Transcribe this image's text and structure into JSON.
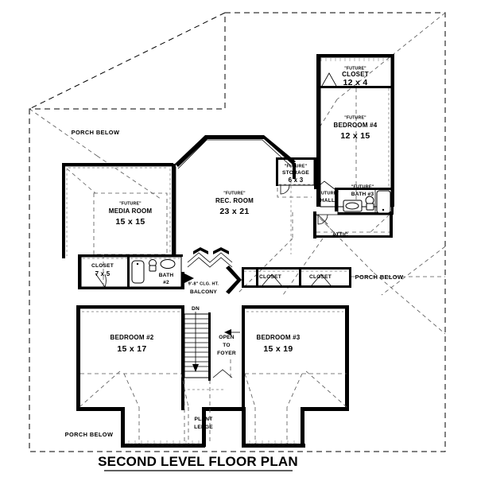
{
  "plan": {
    "title": "SECOND LEVEL FLOOR PLAN",
    "sheet_background": "#ffffff",
    "line_color": "#000000"
  },
  "rooms": {
    "media_room": {
      "qualifier": "\"FUTURE\"",
      "name": "MEDIA ROOM",
      "dimensions": "15 x 15"
    },
    "rec_room": {
      "qualifier": "\"FUTURE\"",
      "name": "REC. ROOM",
      "dimensions": "23 x 21"
    },
    "storage": {
      "qualifier": "\"FUTURE\"",
      "name": "STORAGE",
      "dimensions": "6 x 3"
    },
    "hall": {
      "qualifier": "\"FUTURE\"",
      "name": "HALL",
      "dimensions": ""
    },
    "bath3": {
      "qualifier": "\"FUTURE\"",
      "name": "BATH #3",
      "dimensions": ""
    },
    "closet_top": {
      "qualifier": "\"FUTURE\"",
      "name": "CLOSET",
      "dimensions": "12 x 4"
    },
    "bedroom4": {
      "qualifier": "\"FUTURE\"",
      "name": "BEDROOM #4",
      "dimensions": "12 x 15"
    },
    "attic": {
      "qualifier": "",
      "name": "ATTIC",
      "dimensions": ""
    },
    "closet_left": {
      "qualifier": "",
      "name": "CLOSET",
      "dimensions": "7 x 5"
    },
    "bath2": {
      "qualifier": "",
      "name": "BATH",
      "name2": "#2",
      "dimensions": ""
    },
    "balcony": {
      "qualifier": "9'-8\" CLG. HT.",
      "name": "BALCONY",
      "dimensions": ""
    },
    "closet_mid1": {
      "qualifier": "",
      "name": "CLOSET",
      "dimensions": ""
    },
    "closet_mid2": {
      "qualifier": "",
      "name": "CLOSET",
      "dimensions": ""
    },
    "bedroom2": {
      "qualifier": "",
      "name": "BEDROOM #2",
      "dimensions": "15 x 17"
    },
    "bedroom3": {
      "qualifier": "",
      "name": "BEDROOM #3",
      "dimensions": "15 x 19"
    },
    "plant_ledge": {
      "qualifier": "",
      "name_line1": "PLANT",
      "name_line2": "LEDGE",
      "dimensions": ""
    }
  },
  "annotations": {
    "porch_below_top_left": "PORCH BELOW",
    "porch_below_right": "PORCH BELOW",
    "porch_below_bottom_left": "PORCH BELOW",
    "stair_direction": "DN",
    "open_to_foyer_line1": "OPEN",
    "open_to_foyer_line2": "TO",
    "open_to_foyer_line3": "FOYER"
  }
}
